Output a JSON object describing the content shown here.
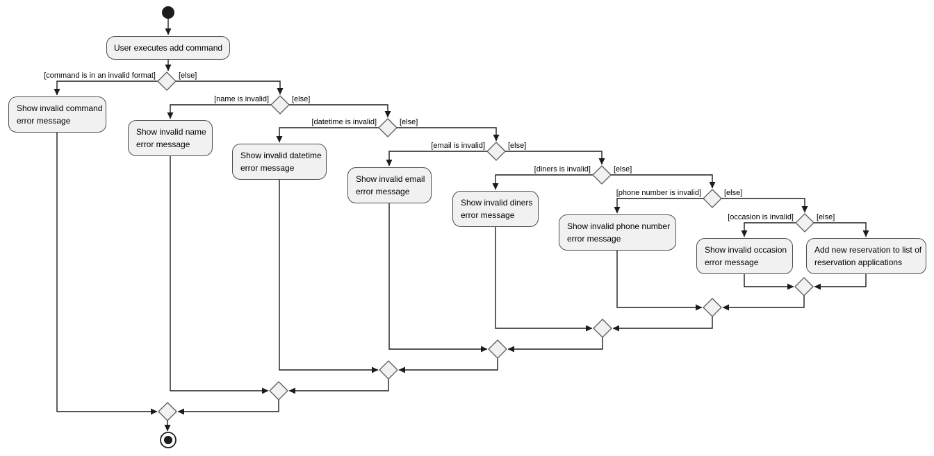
{
  "diagram": {
    "kind": "uml-activity-diagram",
    "description": "Add command validation flow for reservation application"
  },
  "colors": {
    "background": "#ffffff",
    "node_fill": "#f1f1f1",
    "node_border": "#4d4d4d",
    "edge": "#1c1c1c",
    "text": "#000000"
  },
  "nodes": {
    "user_executes": {
      "label": "User executes add command",
      "lines": [
        "User executes add command"
      ]
    },
    "invalid_command": {
      "label": "Show invalid command error message",
      "lines": [
        "Show invalid command",
        "error message"
      ]
    },
    "invalid_name": {
      "label": "Show invalid name error message",
      "lines": [
        "Show invalid name",
        "error message"
      ]
    },
    "invalid_datetime": {
      "label": "Show invalid datetime error message",
      "lines": [
        "Show invalid datetime",
        "error message"
      ]
    },
    "invalid_email": {
      "label": "Show invalid email error message",
      "lines": [
        "Show invalid email",
        "error message"
      ]
    },
    "invalid_diners": {
      "label": "Show invalid diners error message",
      "lines": [
        "Show invalid diners",
        "error message"
      ]
    },
    "invalid_phone": {
      "label": "Show invalid phone number error message",
      "lines": [
        "Show invalid phone number",
        "error message"
      ]
    },
    "invalid_occasion": {
      "label": "Show invalid occasion error message",
      "lines": [
        "Show invalid occasion",
        "error message"
      ]
    },
    "add_reservation": {
      "label": "Add new reservation to list of reservation applications",
      "lines": [
        "Add new reservation to list of",
        "reservation applications"
      ]
    }
  },
  "guards": {
    "command": {
      "condition": "[command is in an invalid format]",
      "else": "[else]"
    },
    "name": {
      "condition": "[name is invalid]",
      "else": "[else]"
    },
    "datetime": {
      "condition": "[datetime is invalid]",
      "else": "[else]"
    },
    "email": {
      "condition": "[email is invalid]",
      "else": "[else]"
    },
    "diners": {
      "condition": "[diners is invalid]",
      "else": "[else]"
    },
    "phone": {
      "condition": "[phone number is invalid]",
      "else": "[else]"
    },
    "occasion": {
      "condition": "[occasion is invalid]",
      "else": "[else]"
    }
  }
}
